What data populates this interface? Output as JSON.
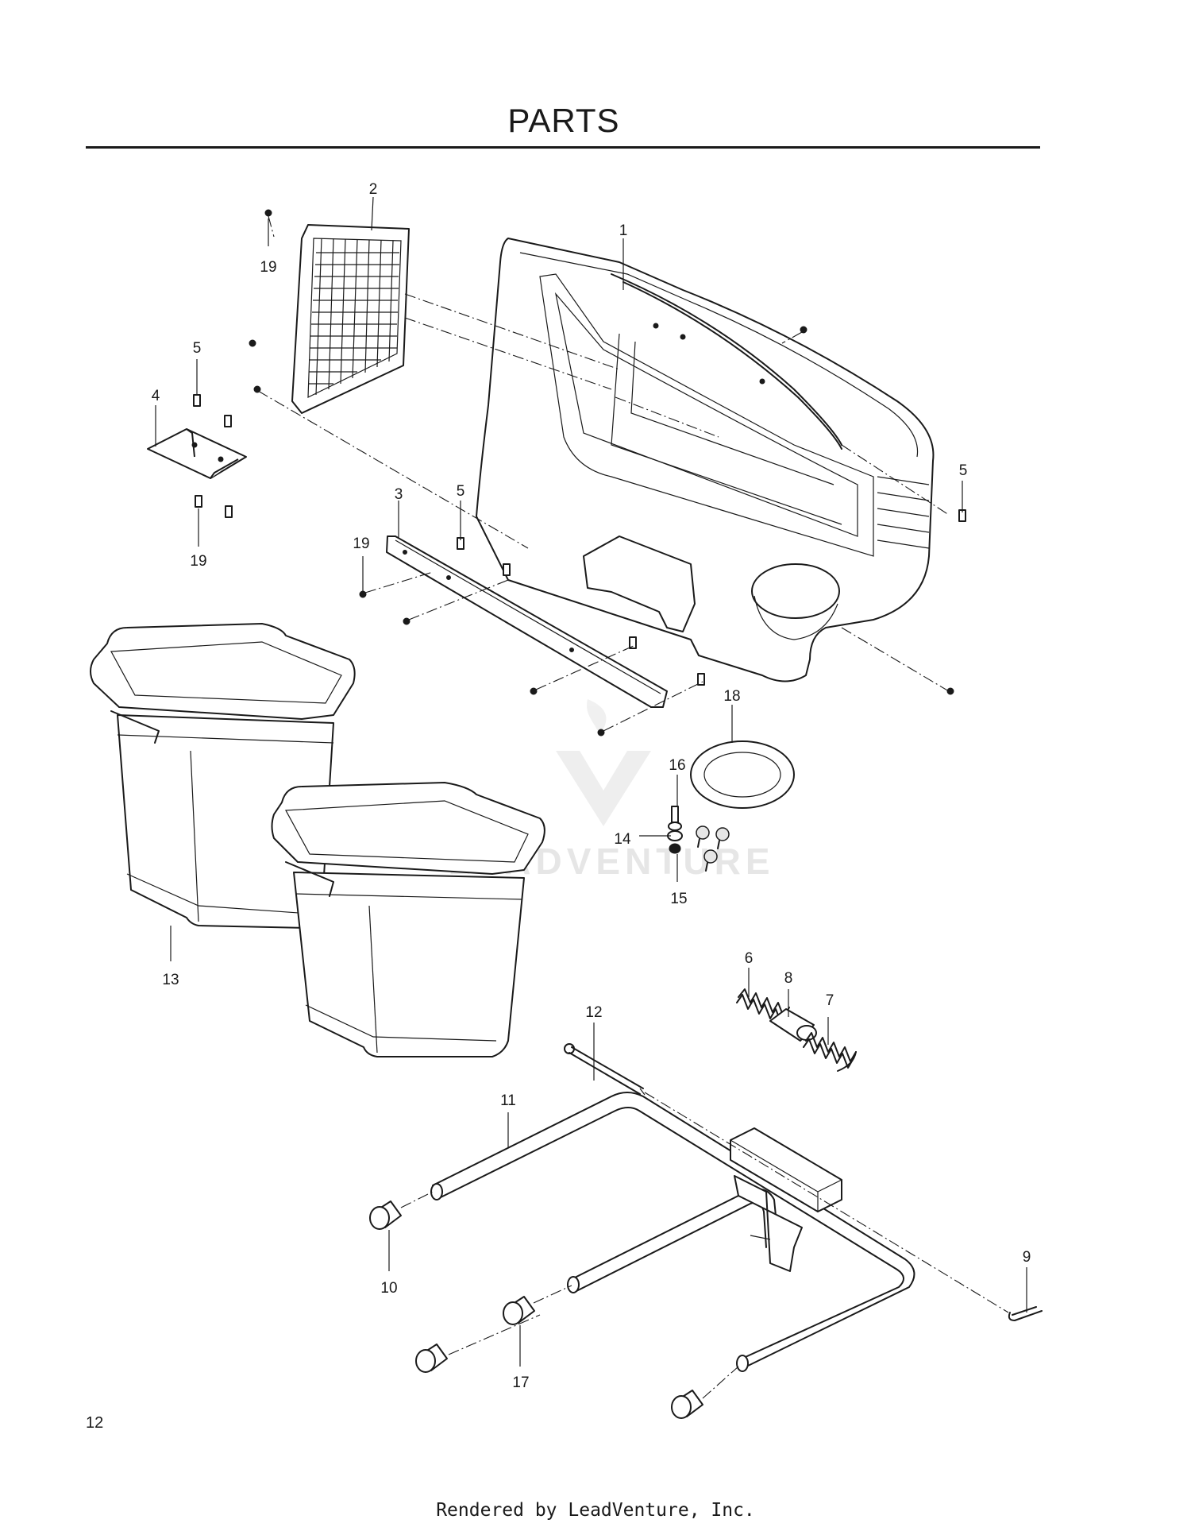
{
  "page": {
    "title": "PARTS",
    "page_number": "12",
    "footer": "Rendered by LeadVenture, Inc."
  },
  "watermark": {
    "text": "LEADVENTURE"
  },
  "callouts": [
    {
      "id": "c2",
      "label": "2"
    },
    {
      "id": "c1",
      "label": "1"
    },
    {
      "id": "c19a",
      "label": "19"
    },
    {
      "id": "c5a",
      "label": "5"
    },
    {
      "id": "c4",
      "label": "4"
    },
    {
      "id": "c19b",
      "label": "19"
    },
    {
      "id": "c3",
      "label": "3"
    },
    {
      "id": "c5b",
      "label": "5"
    },
    {
      "id": "c19c",
      "label": "19"
    },
    {
      "id": "c5c",
      "label": "5"
    },
    {
      "id": "c18",
      "label": "18"
    },
    {
      "id": "c16",
      "label": "16"
    },
    {
      "id": "c14",
      "label": "14"
    },
    {
      "id": "c15",
      "label": "15"
    },
    {
      "id": "c13",
      "label": "13"
    },
    {
      "id": "c6",
      "label": "6"
    },
    {
      "id": "c8",
      "label": "8"
    },
    {
      "id": "c7",
      "label": "7"
    },
    {
      "id": "c12",
      "label": "12"
    },
    {
      "id": "c11",
      "label": "11"
    },
    {
      "id": "c9",
      "label": "9"
    },
    {
      "id": "c10",
      "label": "10"
    },
    {
      "id": "c17",
      "label": "17"
    }
  ]
}
